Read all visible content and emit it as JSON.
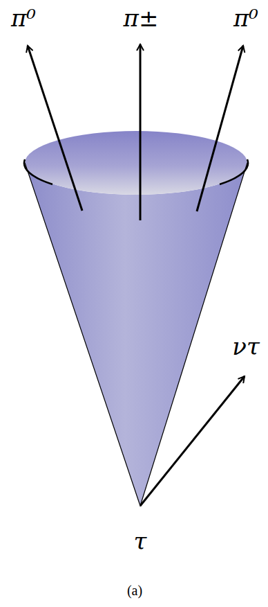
{
  "diagram": {
    "caption": "(a)",
    "labels": [
      "π⁰",
      "π±",
      "π⁰",
      "ντ",
      "τ"
    ]
  }
}
